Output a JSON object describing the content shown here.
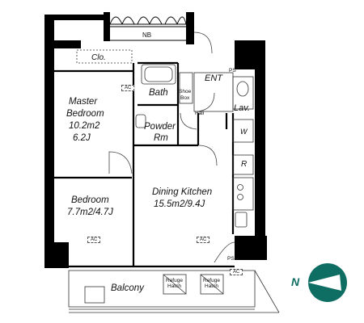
{
  "rooms": {
    "master_bedroom": {
      "name_line1": "Master",
      "name_line2": "Bedroom",
      "area_m2": "10.2m2",
      "area_j": "6.2J"
    },
    "bedroom": {
      "name": "Bedroom",
      "area": "7.7m2/4.7J"
    },
    "dining_kitchen": {
      "name": "Dining Kitchen",
      "area": "15.5m2/9.4J"
    },
    "bath": {
      "name": "Bath"
    },
    "powder_room": {
      "name_line1": "Powder",
      "name_line2": "Rm"
    },
    "balcony": {
      "name": "Balcony"
    }
  },
  "labels": {
    "closet": "Clo.",
    "nb": "NB",
    "entrance": "ENT",
    "hall": "Hall",
    "lavatory": "Lav.",
    "washer": "W",
    "refrigerator": "R",
    "ps_top": "PS",
    "ps_bottom": "PS",
    "shoe_box_line1": "Shoe",
    "shoe_box_line2": "Box",
    "ac_master": "AC",
    "ac_bedroom": "AC",
    "ac_dining": "AC",
    "ac_balcony": "AC",
    "refuge_hatch_1_line1": "Refuge",
    "refuge_hatch_1_line2": "Hatch",
    "refuge_hatch_2_line1": "Refuge",
    "refuge_hatch_2_line2": "Hatch"
  },
  "compass": {
    "label": "N",
    "color": "#0f6e63"
  },
  "colors": {
    "wall": "#000000",
    "line": "#333333",
    "compass": "#0f6e63"
  }
}
